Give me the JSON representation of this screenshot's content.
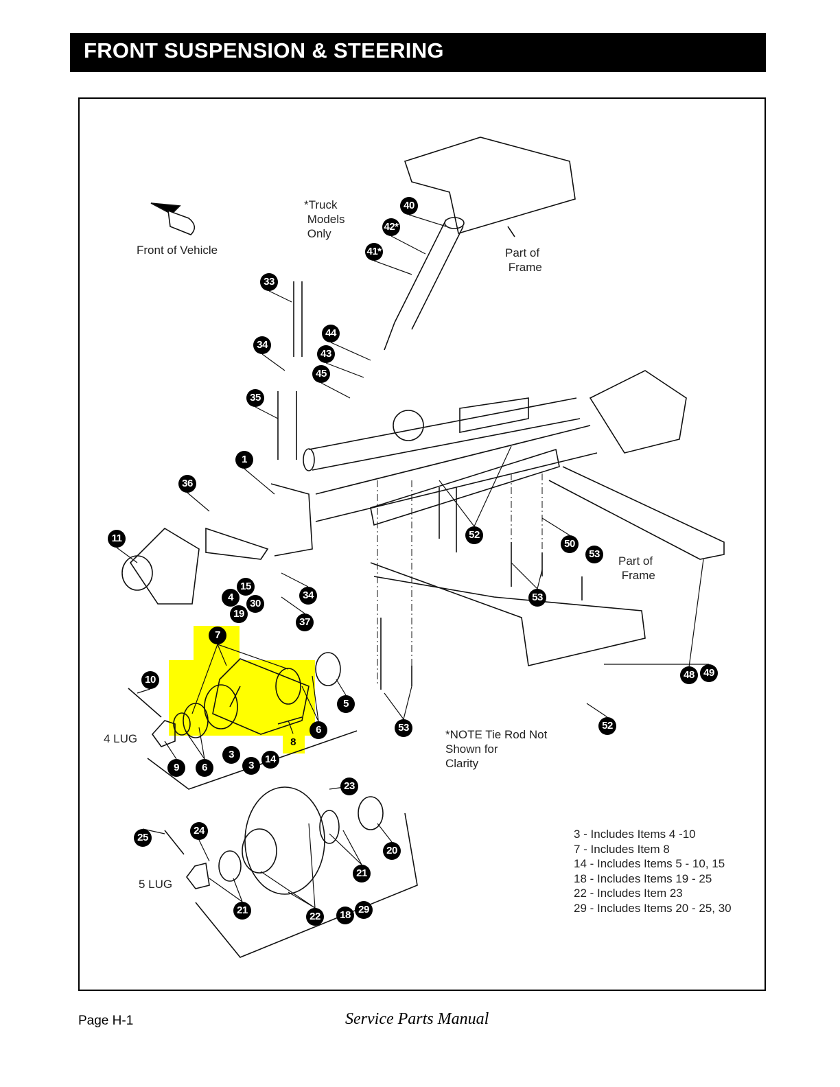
{
  "header": {
    "title": "FRONT SUSPENSION & STEERING"
  },
  "diagram": {
    "labels": {
      "front_of_vehicle": "Front of Vehicle",
      "truck_models": "*Truck\n Models\n Only",
      "part_of_frame_top": "Part of\n Frame",
      "part_of_frame_right": "Part of\n Frame",
      "four_lug": "4 LUG",
      "five_lug": "5 LUG",
      "tie_rod_note": "*NOTE Tie Rod Not\nShown for\nClarity"
    },
    "callouts": [
      "40",
      "42*",
      "41*",
      "33",
      "44",
      "34",
      "43",
      "45",
      "35",
      "1",
      "36",
      "52",
      "11",
      "50",
      "53",
      "15",
      "4",
      "30",
      "34",
      "53",
      "19",
      "37",
      "7",
      "10",
      "48",
      "49",
      "5",
      "6",
      "52",
      "53",
      "8",
      "3",
      "14",
      "9",
      "6",
      "3",
      "23",
      "24",
      "25",
      "20",
      "21",
      "21",
      "22",
      "18",
      "29"
    ],
    "highlight_color": "#ffff00",
    "highlighted_items": [
      "7",
      "8"
    ],
    "notes": [
      "3 - Includes Items 4 -10",
      "7 - Includes Item 8",
      "14 - Includes Items 5 - 10, 15",
      "18 - Includes Items 19 - 25",
      "22 - Includes Item 23",
      "29 - Includes Items 20 - 25, 30"
    ]
  },
  "footer": {
    "page": "Page H-1",
    "manual": "Service Parts Manual"
  }
}
